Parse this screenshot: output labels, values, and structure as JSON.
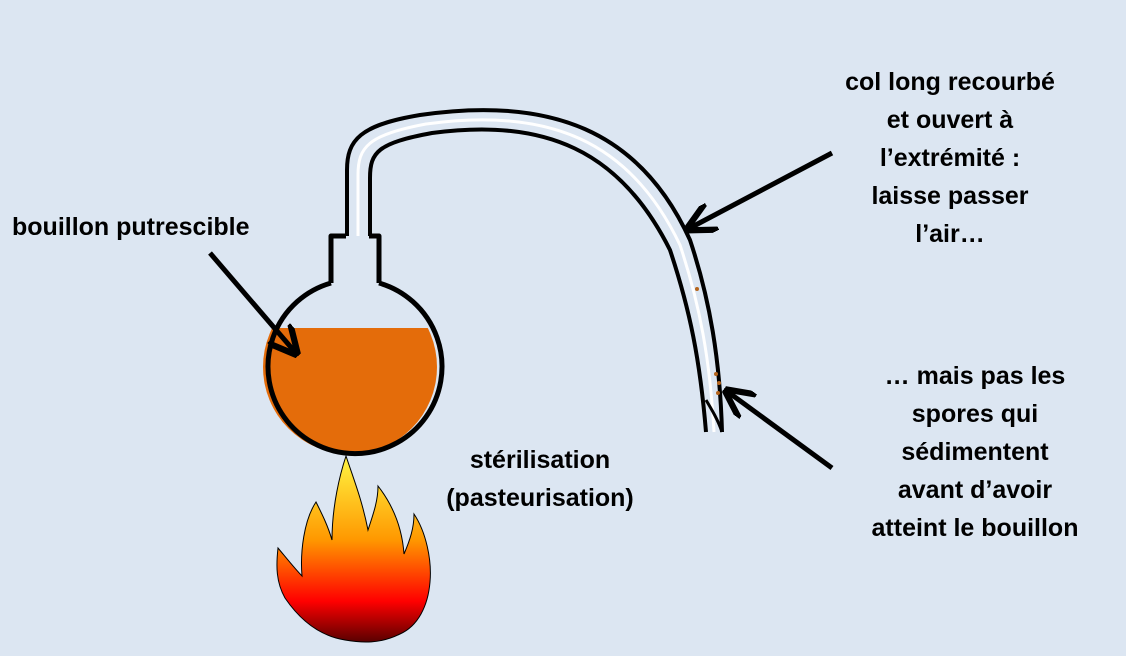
{
  "background_color": "#dce6f2",
  "liquid_color": "#e46c0a",
  "flame_colors": [
    "#ffeb3b",
    "#ff9800",
    "#ff0000",
    "#5a0000"
  ],
  "labels": {
    "broth": "bouillon putrescible",
    "neck": [
      "col long recourbé",
      "et ouvert à",
      "l’extrémité :",
      "laisse passer",
      "l’air…"
    ],
    "sterilization": [
      "stérilisation",
      "(pasteurisation)"
    ],
    "spores": [
      "… mais pas les",
      "spores qui",
      "sédimentent",
      "avant d’avoir",
      "atteint le bouillon"
    ]
  }
}
